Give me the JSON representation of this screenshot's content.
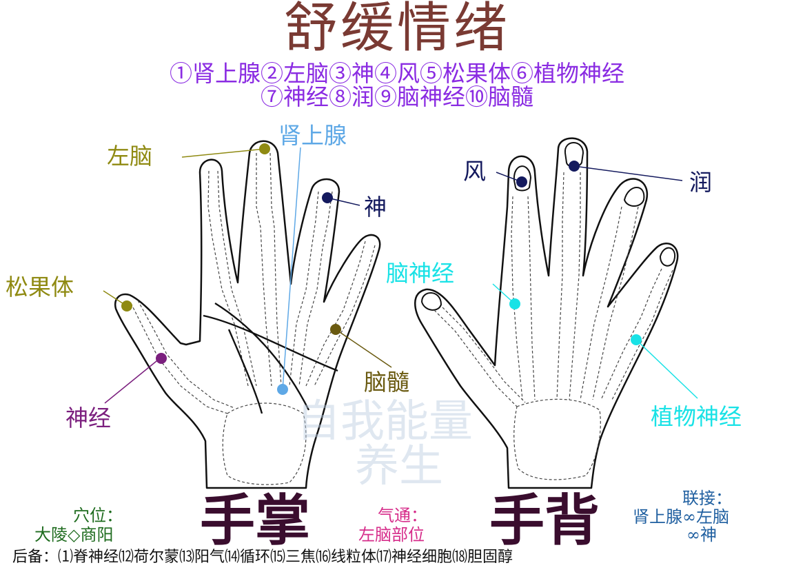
{
  "title": "舒缓情绪",
  "legend_line1": "①肾上腺②左脑③神④风⑤松果体⑥植物神经",
  "legend_line2": "⑦神经⑧润⑨脑神经⑩脑髓",
  "palm": {
    "caption": "手掌",
    "labels": {
      "adrenal": "肾上腺",
      "left_brain": "左脑",
      "shen": "神",
      "pineal": "松果体",
      "nerve": "神经",
      "brain_marrow": "脑髓"
    }
  },
  "back": {
    "caption": "手背",
    "labels": {
      "feng": "风",
      "run": "润",
      "brain_nerve": "脑神经",
      "autonomic_nerve": "植物神经"
    }
  },
  "acupoint": {
    "title": "穴位：",
    "value": "大陵◇商阳"
  },
  "qi": {
    "title": "气通：",
    "value": "左脑部位"
  },
  "link": {
    "title": "联接：",
    "line1": "肾上腺∞左脑",
    "line2": "∞神"
  },
  "backup": "后备：⑴脊神经⑿荷尔蒙⒀阳气⒁循环⒂三焦⒃线粒体⒄神经细胞⒅胆固醇",
  "watermark": {
    "line1": "自我能量",
    "line2": "养生"
  },
  "colors": {
    "title": "#7a3a33",
    "legend": "#8a2be2",
    "olive": "#8f8a12",
    "navy": "#141a5e",
    "lightblue": "#5ea8e6",
    "purple": "#7b1f7e",
    "darkolive": "#6a5a10",
    "cyan": "#19e2e6",
    "acupoint": "#1e6b1e",
    "qi": "#d62c8a",
    "link": "#1f5fa0"
  }
}
